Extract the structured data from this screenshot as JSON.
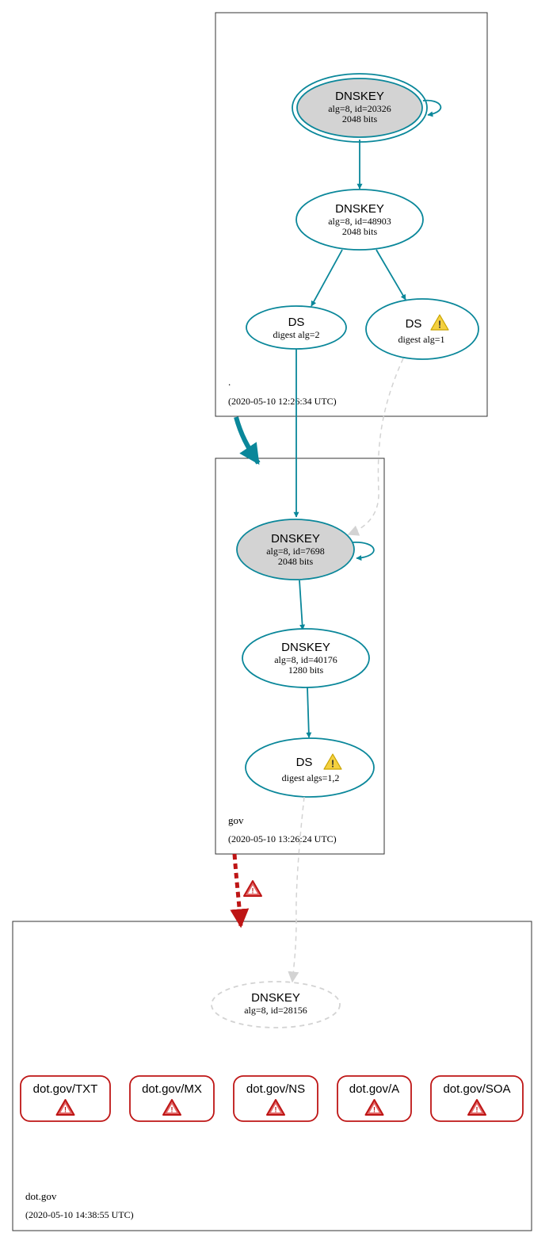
{
  "colors": {
    "edge": "#0a879a",
    "node_fill_trusted": "#d3d3d3",
    "node_fill": "#ffffff",
    "error": "#be1515",
    "insecure_dash": "#d3d3d3",
    "zone_border": "#333333",
    "warning": "#f4d03f"
  },
  "zones": {
    "root": {
      "name": ".",
      "timestamp": "(2020-05-10 12:26:34 UTC)",
      "nodes": {
        "ksk": {
          "title": "DNSKEY",
          "line1": "alg=8, id=20326",
          "line2": "2048 bits"
        },
        "zsk": {
          "title": "DNSKEY",
          "line1": "alg=8, id=48903",
          "line2": "2048 bits"
        },
        "ds2": {
          "title": "DS",
          "line1": "digest alg=2"
        },
        "ds1": {
          "title": "DS",
          "line1": "digest alg=1",
          "icon": "warning-icon"
        }
      }
    },
    "gov": {
      "name": "gov",
      "timestamp": "(2020-05-10 13:26:24 UTC)",
      "nodes": {
        "ksk": {
          "title": "DNSKEY",
          "line1": "alg=8, id=7698",
          "line2": "2048 bits"
        },
        "zsk": {
          "title": "DNSKEY",
          "line1": "alg=8, id=40176",
          "line2": "1280 bits"
        },
        "ds": {
          "title": "DS",
          "line1": "digest algs=1,2",
          "icon": "warning-icon"
        }
      }
    },
    "dotgov": {
      "name": "dot.gov",
      "timestamp": "(2020-05-10 14:38:55 UTC)",
      "nodes": {
        "dnskey": {
          "title": "DNSKEY",
          "line1": "alg=8, id=28156"
        }
      },
      "rrsets": [
        {
          "label": "dot.gov/TXT",
          "icon": "error-icon"
        },
        {
          "label": "dot.gov/MX",
          "icon": "error-icon"
        },
        {
          "label": "dot.gov/NS",
          "icon": "error-icon"
        },
        {
          "label": "dot.gov/A",
          "icon": "error-icon"
        },
        {
          "label": "dot.gov/SOA",
          "icon": "error-icon"
        }
      ]
    }
  }
}
